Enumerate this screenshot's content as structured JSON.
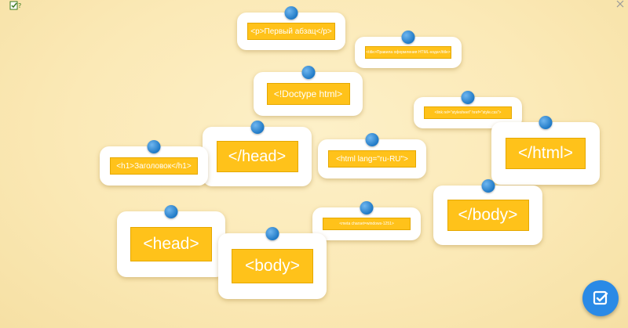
{
  "corner_left_icon": "edit-check-icon",
  "corner_right_icon": "fullscreen-icon",
  "check_button_icon": "check-square-icon",
  "accent_color": "#ffc21a",
  "pin_color": "#2a8ae6",
  "cards": [
    {
      "text": "<p>Первый абзац</p>"
    },
    {
      "text": "<title>Правила оформления HTML-кода</title>"
    },
    {
      "text": "<!Doctype html>"
    },
    {
      "text": "<link rel=\"stylesheet\" href=\"style.css\">"
    },
    {
      "text": "</head>"
    },
    {
      "text": "<h1>Заголовок</h1>"
    },
    {
      "text": "<html lang=\"ru-RU\">"
    },
    {
      "text": "</html>"
    },
    {
      "text": "</body>"
    },
    {
      "text": "<meta charset=windows-1251>"
    },
    {
      "text": "<head>"
    },
    {
      "text": "<body>"
    }
  ]
}
